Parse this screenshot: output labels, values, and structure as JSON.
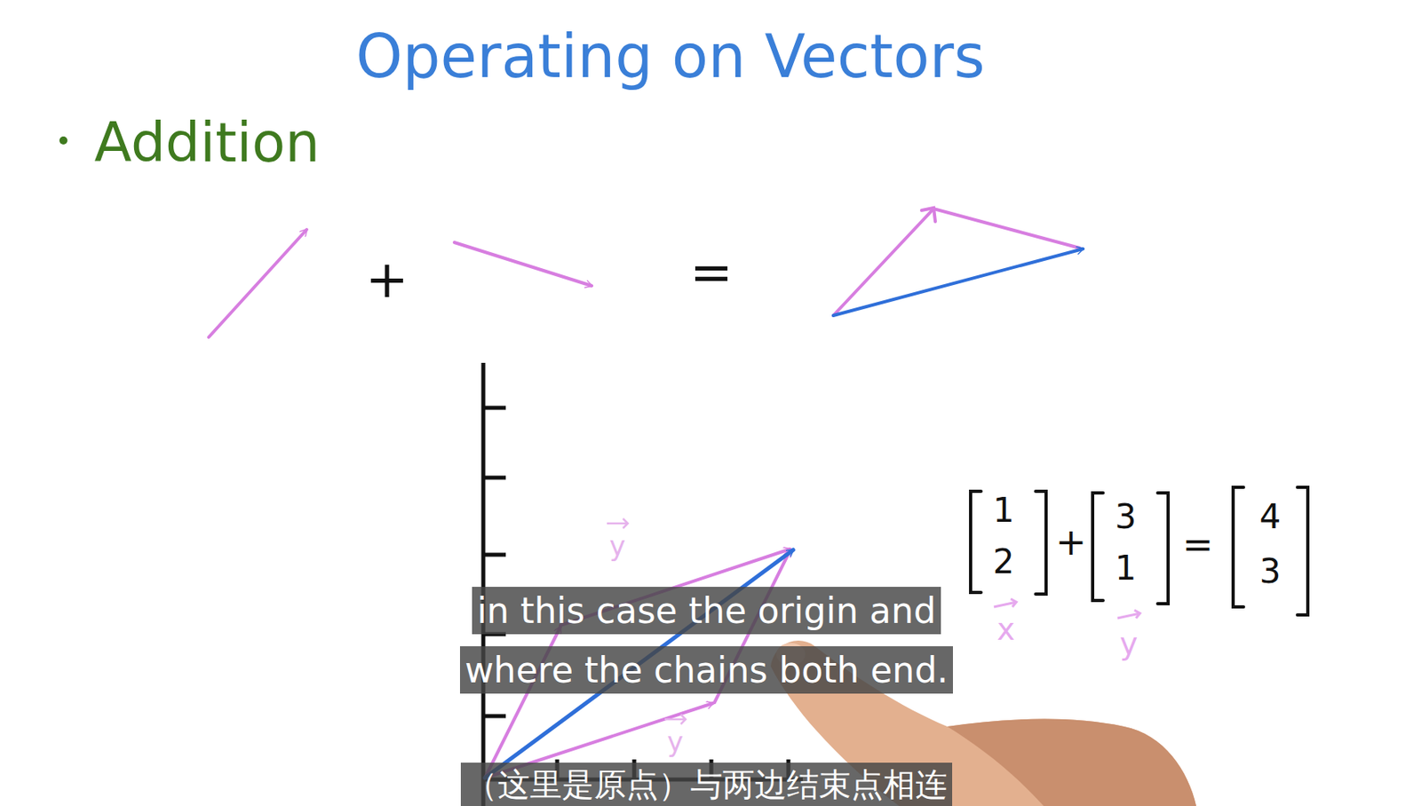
{
  "diagram": {
    "title": "Operating on Vectors",
    "labels": [
      "Addition",
      "+",
      "=",
      "y",
      "y",
      "1",
      "2",
      "+",
      "3",
      "1",
      "=",
      "4",
      "3",
      "x",
      "y",
      "in this case the origin and where the chains both end.",
      "（这里是原点）与两边结束点相连"
    ]
  }
}
